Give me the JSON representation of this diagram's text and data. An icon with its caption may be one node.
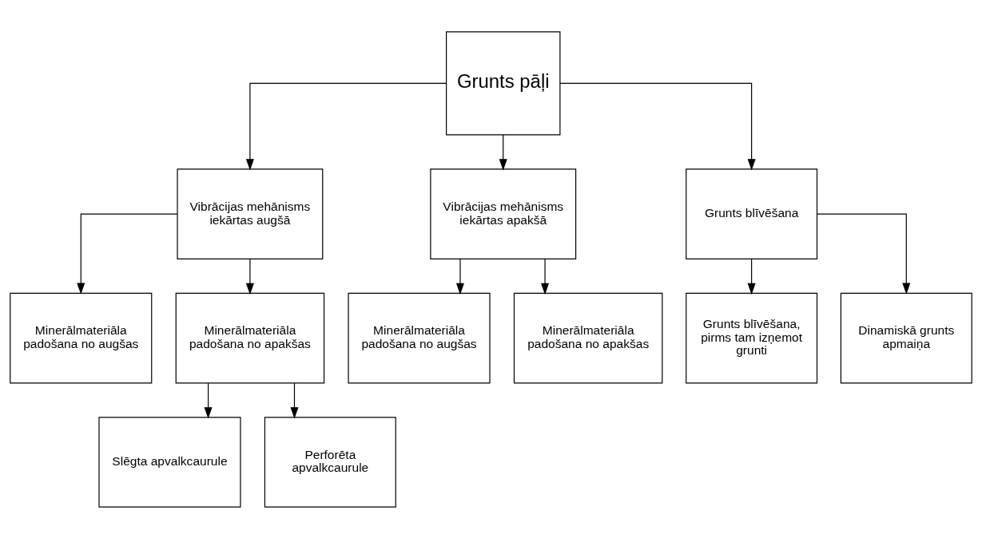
{
  "diagram": {
    "nodes": [
      {
        "text": [
          "Grunts pāļi"
        ]
      },
      {
        "text": [
          "Vibrācijas mehānisms iekārtas augšā"
        ]
      },
      {
        "text": [
          "Vibrācijas mehānisms iekārtas apakšā"
        ]
      },
      {
        "text": [
          "Grunts blīvēšana"
        ]
      },
      {
        "text": [
          "Minerālmateriāla padošana no augšas"
        ]
      },
      {
        "text": [
          "Minerālmateriāla padošana no apakšas"
        ]
      },
      {
        "text": [
          "Minerālmateriāla padošana no augšas"
        ]
      },
      {
        "text": [
          "Minerālmateriāla padošana no apakšas"
        ]
      },
      {
        "text": [
          "Grunts blīvēšana, pirms tam izņemot grunti"
        ]
      },
      {
        "text": [
          "Dinamiskā grunts apmaiņa"
        ]
      },
      {
        "text": [
          "Slēgta apvalkcaurule"
        ]
      },
      {
        "text": [
          "Perforēta apvalkcaurule"
        ]
      }
    ],
    "edges": [
      {
        "from": 0,
        "to": 1,
        "arrow": "to"
      },
      {
        "from": 0,
        "to": 2,
        "arrow": "to"
      },
      {
        "from": 0,
        "to": 3,
        "arrow": "to"
      },
      {
        "from": 1,
        "to": 4,
        "arrow": "to"
      },
      {
        "from": 1,
        "to": 5,
        "arrow": "to"
      },
      {
        "from": 2,
        "to": 6,
        "arrow": "to"
      },
      {
        "from": 2,
        "to": 7,
        "arrow": "to"
      },
      {
        "from": 3,
        "to": 8,
        "arrow": "to"
      },
      {
        "from": 3,
        "to": 9,
        "arrow": "to"
      },
      {
        "from": 5,
        "to": 10,
        "arrow": "to"
      },
      {
        "from": 5,
        "to": 11,
        "arrow": "to"
      }
    ]
  }
}
